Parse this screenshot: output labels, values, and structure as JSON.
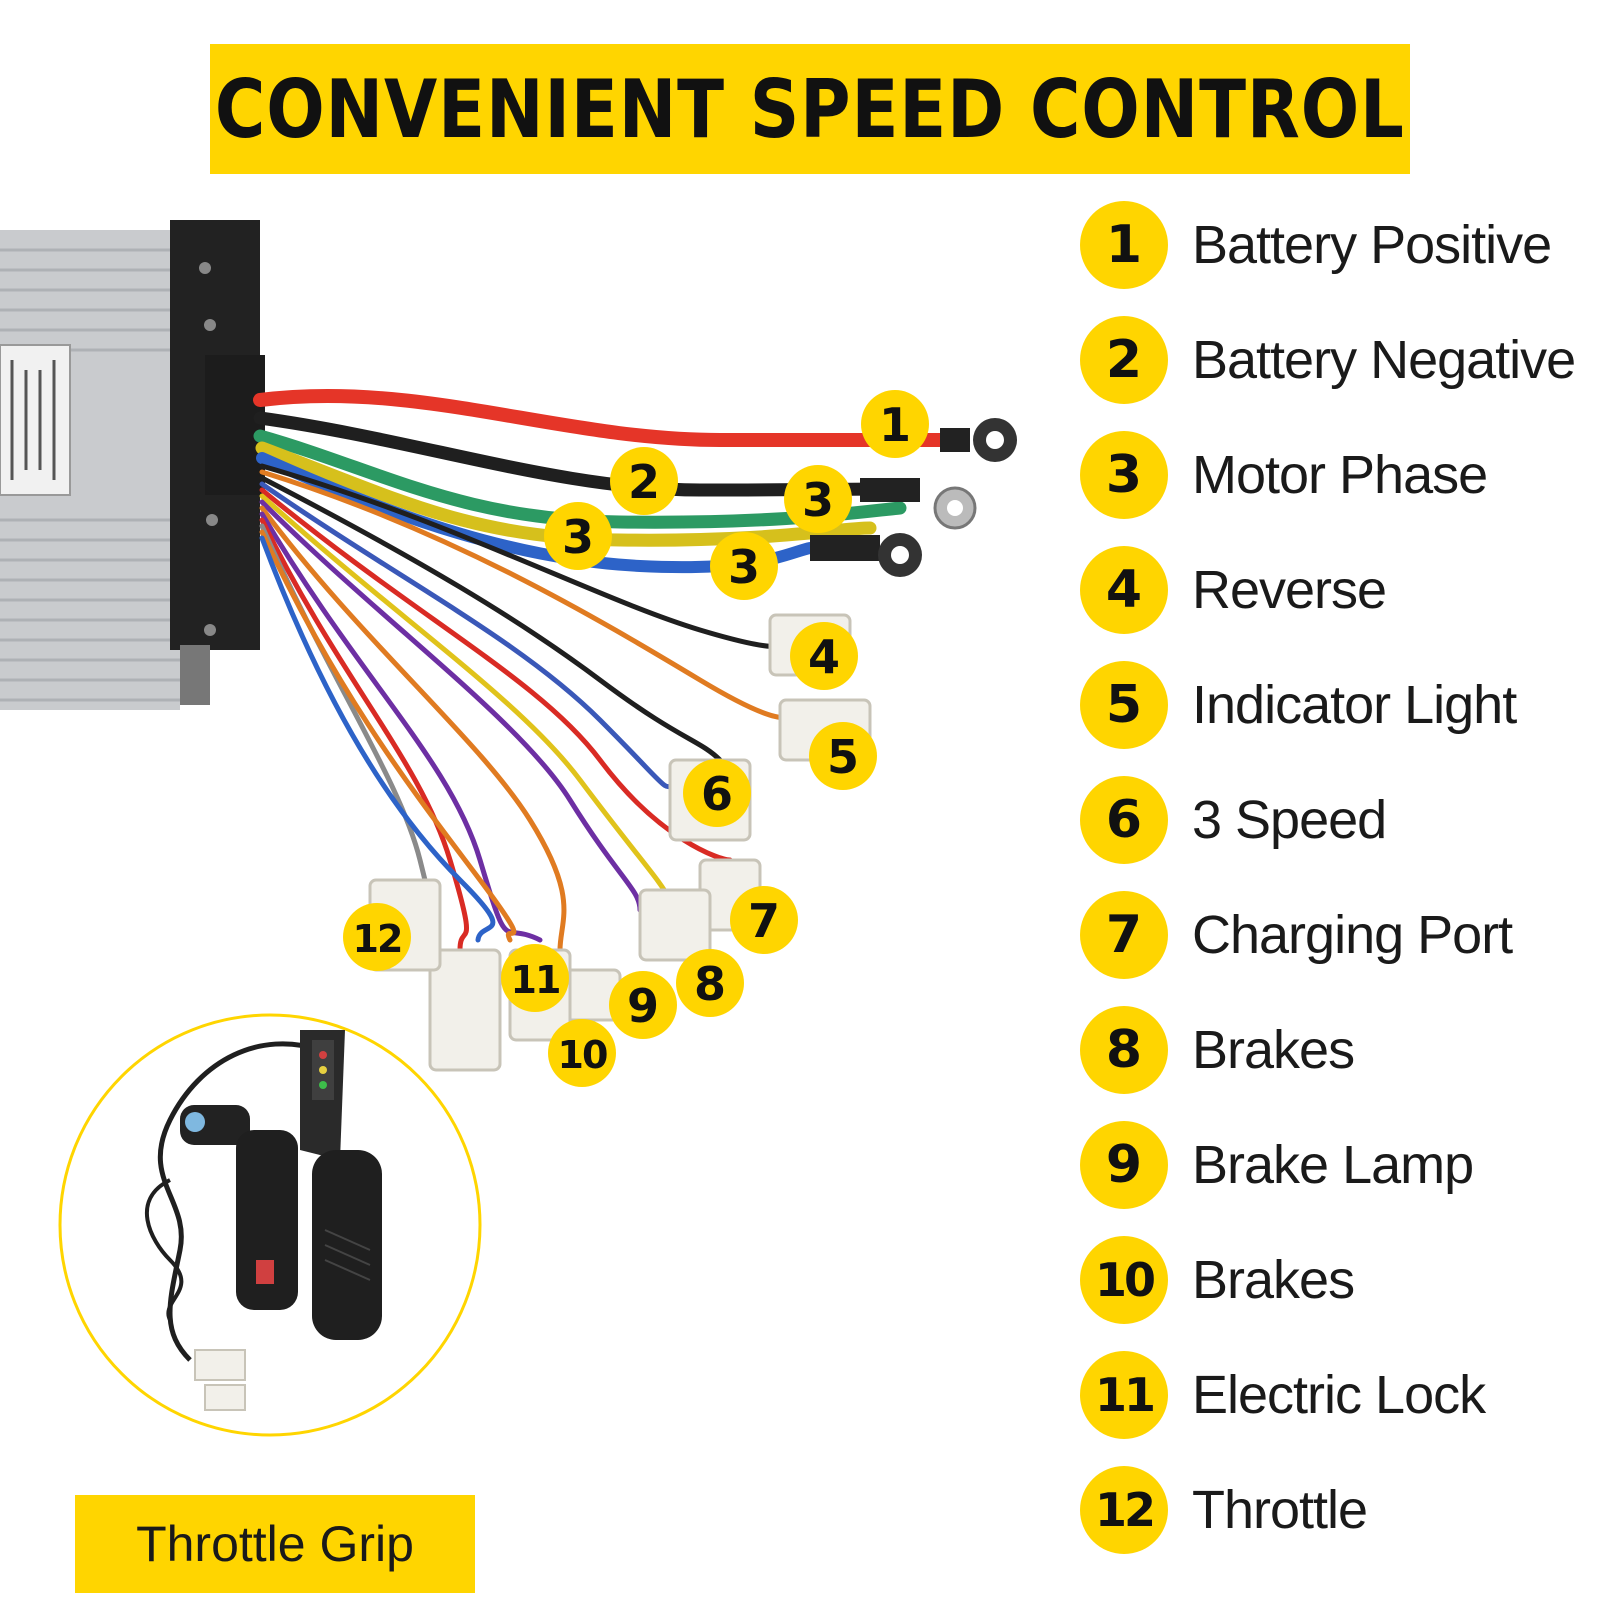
{
  "title": "CONVENIENT SPEED CONTROL",
  "legend": [
    {
      "num": "1",
      "label": "Battery Positive"
    },
    {
      "num": "2",
      "label": "Battery Negative"
    },
    {
      "num": "3",
      "label": "Motor Phase"
    },
    {
      "num": "4",
      "label": "Reverse"
    },
    {
      "num": "5",
      "label": "Indicator Light"
    },
    {
      "num": "6",
      "label": "3 Speed"
    },
    {
      "num": "7",
      "label": "Charging Port"
    },
    {
      "num": "8",
      "label": "Brakes"
    },
    {
      "num": "9",
      "label": "Brake Lamp"
    },
    {
      "num": "10",
      "label": "Brakes"
    },
    {
      "num": "11",
      "label": "Electric Lock"
    },
    {
      "num": "12",
      "label": "Throttle"
    }
  ],
  "callouts": {
    "c1": "1",
    "c2": "2",
    "c3a": "3",
    "c3b": "3",
    "c3c": "3",
    "c4": "4",
    "c5": "5",
    "c6": "6",
    "c7": "7",
    "c8": "8",
    "c9": "9",
    "c10": "10",
    "c11": "11",
    "c12": "12"
  },
  "inset": {
    "label": "Throttle Grip"
  },
  "colors": {
    "accent": "#FFD500",
    "text": "#1a1a1a"
  }
}
